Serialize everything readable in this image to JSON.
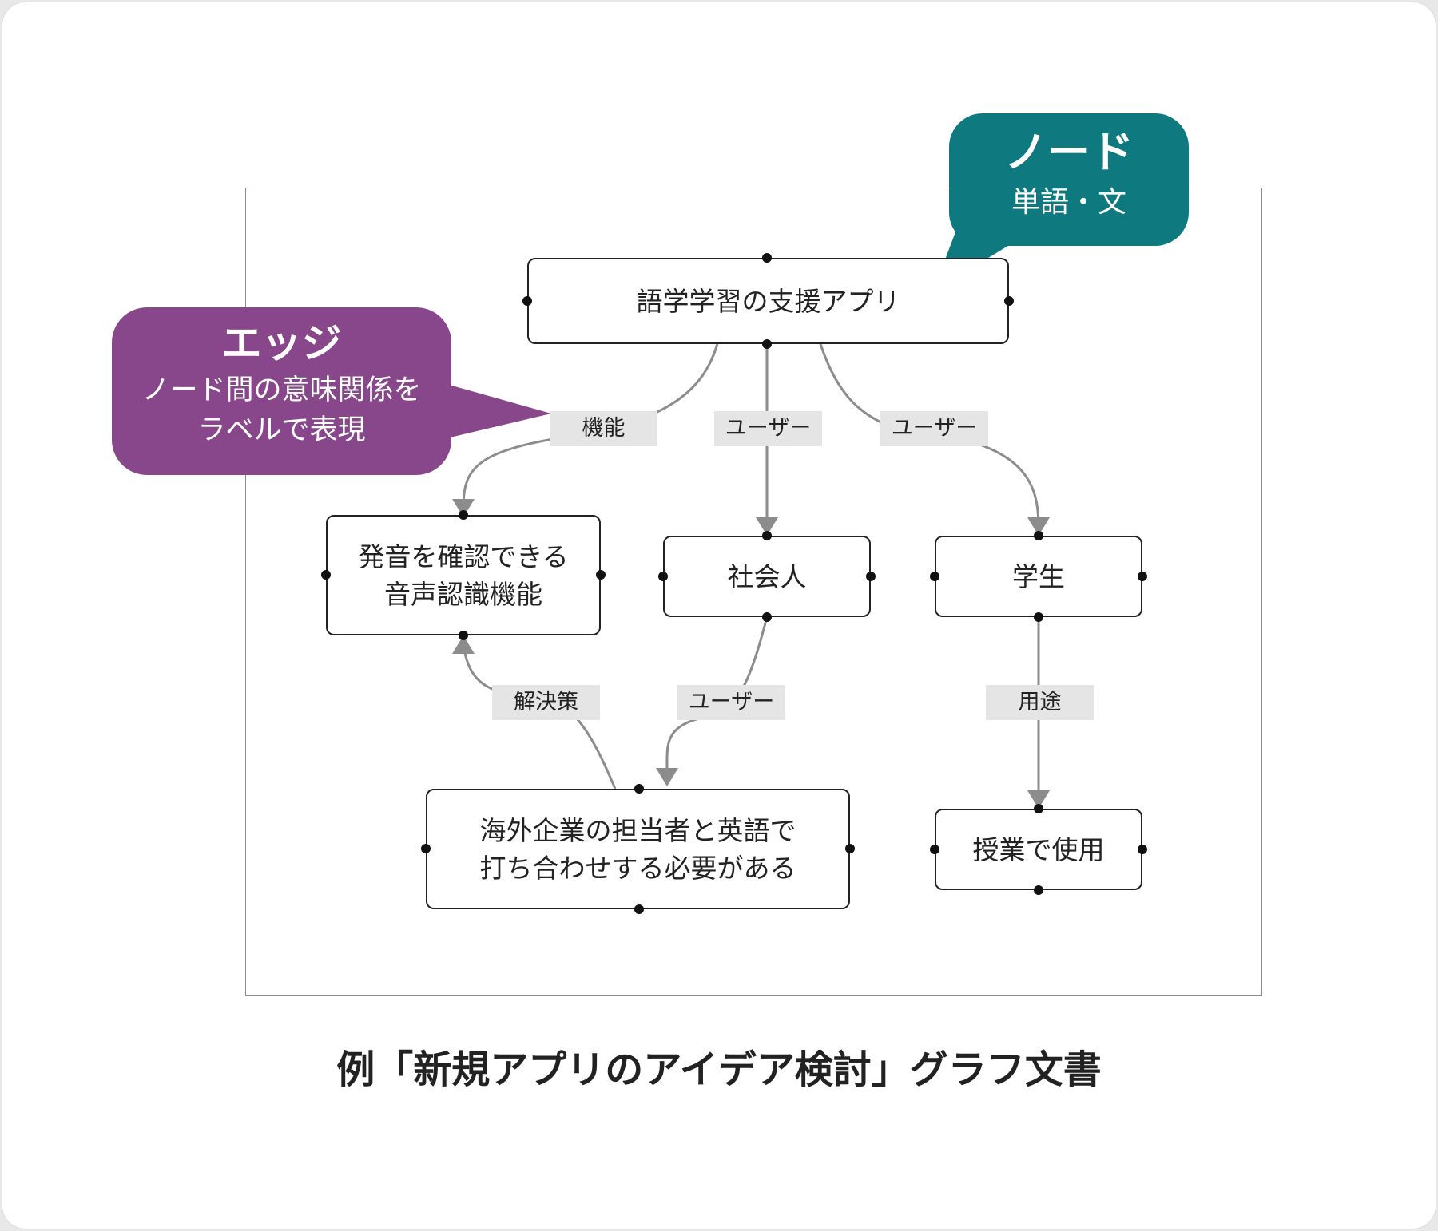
{
  "nodes": {
    "root": "語学学習の支援アプリ",
    "speech": [
      "発音を確認できる",
      "音声認識機能"
    ],
    "worker": "社会人",
    "student": "学生",
    "need": [
      "海外企業の担当者と英語で",
      "打ち合わせする必要がある"
    ],
    "usage": "授業で使用"
  },
  "edge_labels": {
    "function": "機能",
    "user_center": "ユーザー",
    "user_right": "ユーザー",
    "solution": "解決策",
    "user_bottom": "ユーザー",
    "purpose": "用途"
  },
  "callouts": {
    "node": {
      "title": "ノード",
      "subtitle": "単語・文",
      "color": "#0e7a80"
    },
    "edge": {
      "title": "エッジ",
      "line1": "ノード間の意味関係を",
      "line2": "ラベルで表現",
      "color": "#87478a"
    }
  },
  "caption": "例「新規アプリのアイデア検討」グラフ文書",
  "colors": {
    "edge": "#8c8c8c",
    "node_border": "#222222",
    "label_bg": "#e5e5e5"
  }
}
